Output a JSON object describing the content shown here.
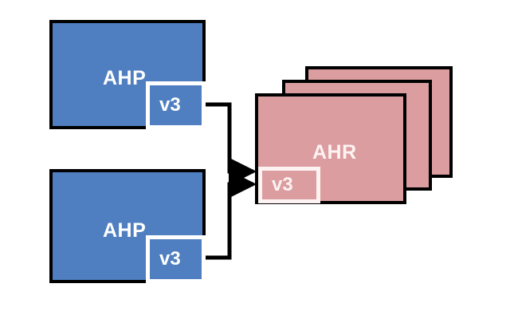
{
  "diagram": {
    "title": "AHP to AHR version mapping diagram",
    "background_color": "#ffffff",
    "colors": {
      "ahp_fill": "#4f7fc0",
      "ahr_fill": "#db9da0",
      "border": "#000000",
      "ahp_text": "#ffffff",
      "ahr_text": "#fdf3f2",
      "connector": "#000000"
    }
  },
  "nodes": {
    "ahp_top": {
      "label": "AHP",
      "version_label": "v3"
    },
    "ahp_bottom": {
      "label": "AHP",
      "version_label": "v3"
    },
    "ahr_stack": {
      "label": "AHR",
      "version_label": "v3",
      "card_count": "3"
    }
  },
  "connectors": [
    {
      "name": "ahp-top-to-ahr",
      "from": "ahp_top.v3",
      "to": "ahr.v3",
      "arrowhead": "true"
    },
    {
      "name": "ahp-bottom-to-ahr",
      "from": "ahp_bottom.v3",
      "to": "ahr.v3",
      "arrowhead": "true"
    }
  ]
}
